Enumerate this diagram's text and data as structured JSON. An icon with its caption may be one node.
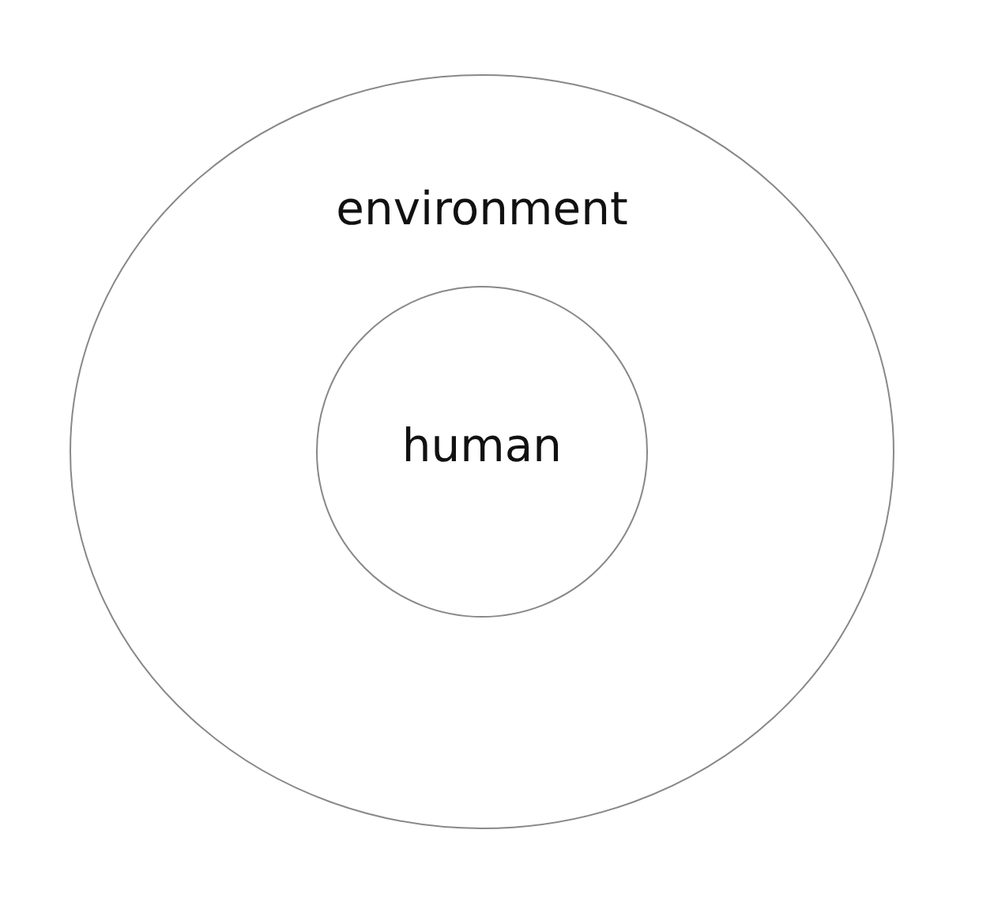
{
  "diagram": {
    "nodes": [
      {
        "text": [
          "environment"
        ]
      },
      {
        "text": [
          "human"
        ],
        "in": 0
      }
    ]
  }
}
